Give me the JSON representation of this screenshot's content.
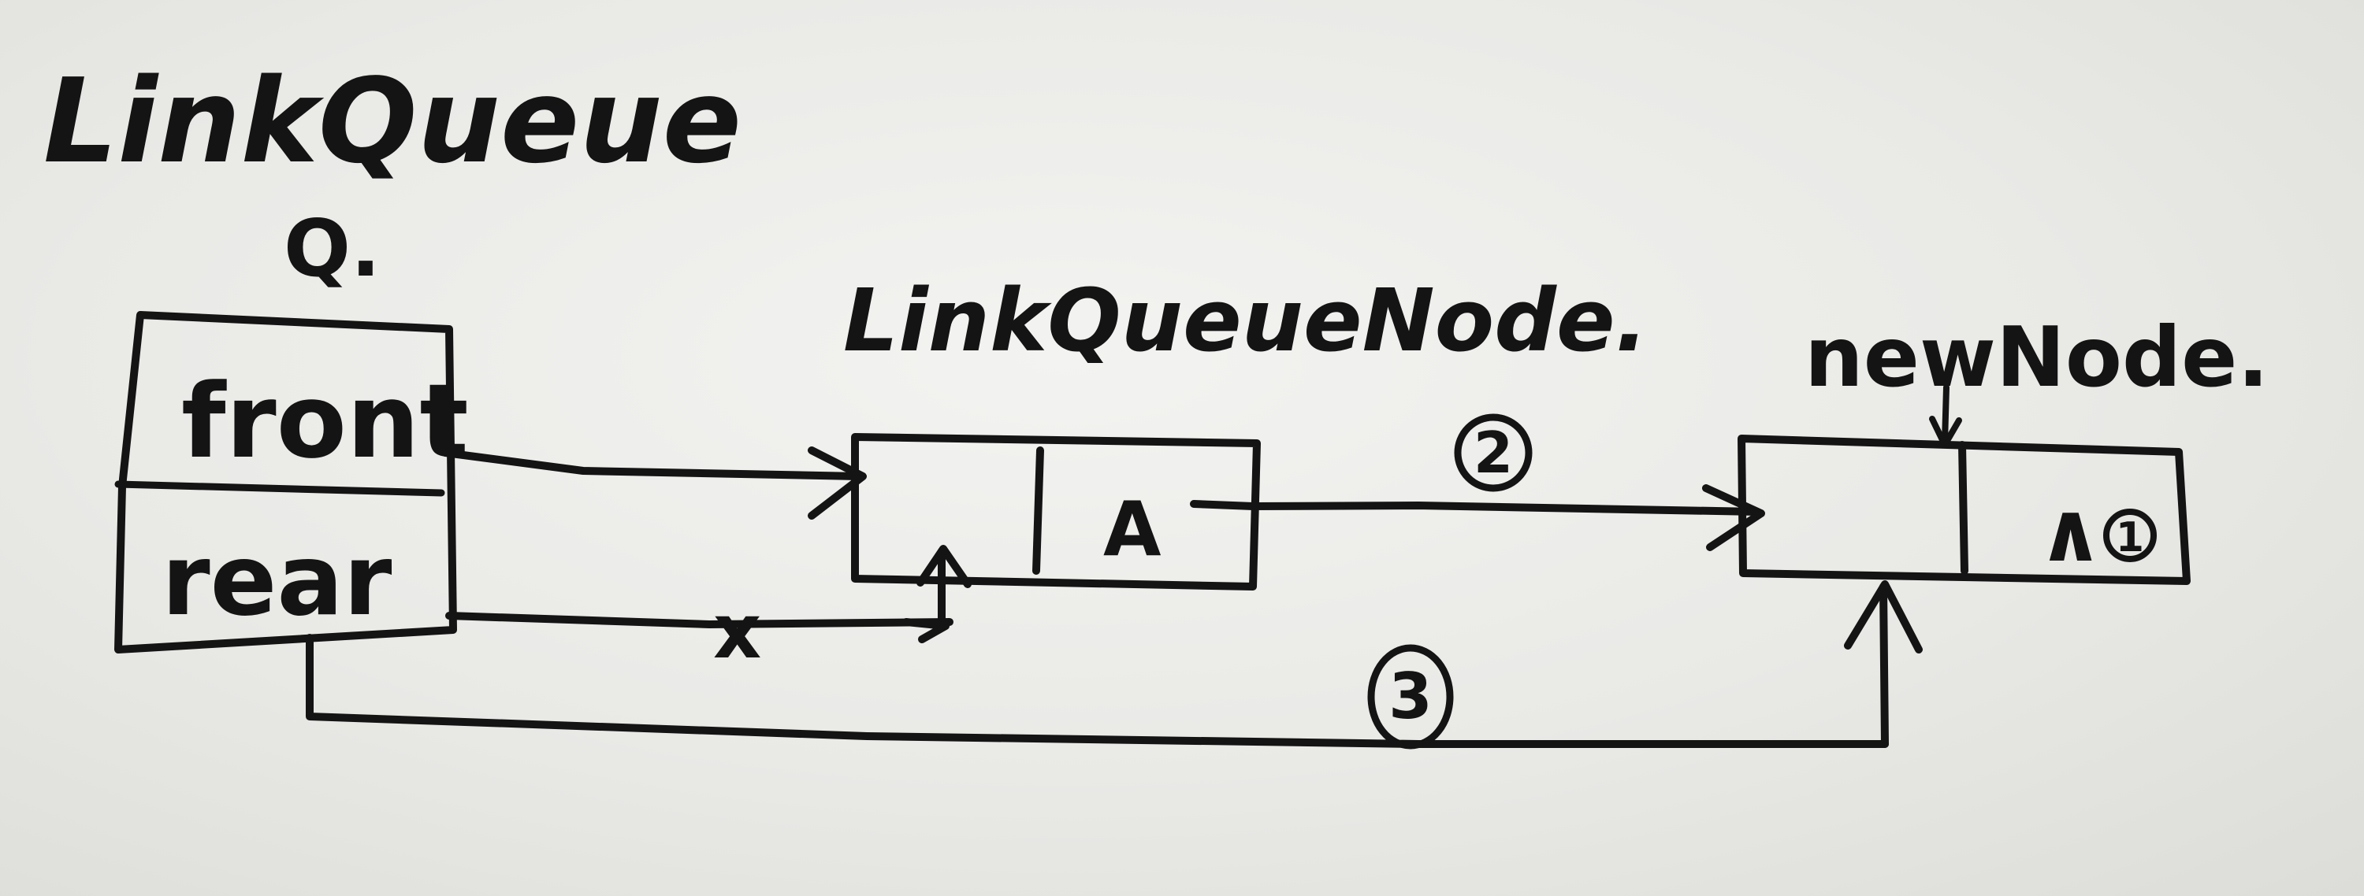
{
  "struct_title": "LinkQueue",
  "struct_var": "Q.",
  "fields": {
    "front": "front",
    "rear": "rear"
  },
  "node_title": "LinkQueueNode.",
  "node_value": "A",
  "new_node_title": "newNode.",
  "new_node_null": "∧",
  "step_marks": {
    "one": "1",
    "two": "2",
    "three": "3"
  },
  "cross_mark": "x",
  "colors": {
    "ink": "#141414",
    "paper": "#ececea"
  }
}
